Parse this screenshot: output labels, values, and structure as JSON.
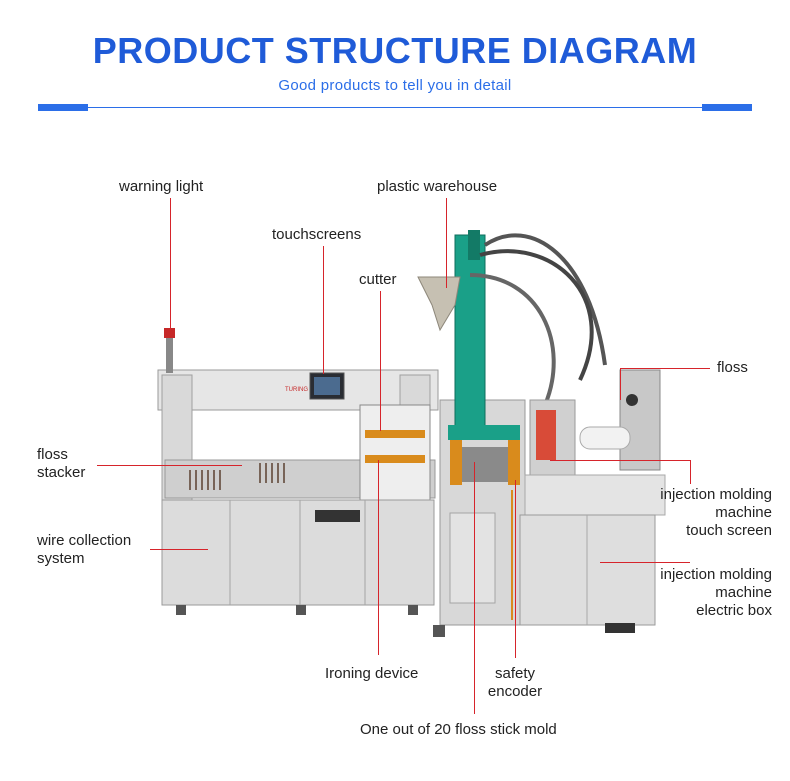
{
  "header": {
    "title": "PRODUCT STRUCTURE DIAGRAM",
    "subtitle": "Good products to tell you in detail",
    "accent_color": "#1f5bd8"
  },
  "diagram": {
    "leader_color": "#d6242b",
    "machine_brand": "TURING",
    "labels": {
      "warning_light": "warning light",
      "plastic_warehouse": "plastic warehouse",
      "touchscreens": "touchscreens",
      "cutter": "cutter",
      "floss": "floss",
      "floss_stacker": [
        "floss",
        "stacker"
      ],
      "wire_collection_system": [
        "wire collection",
        "system"
      ],
      "injection_molding_touch_screen": [
        "injection molding",
        "machine",
        "touch screen"
      ],
      "injection_molding_electric_box": [
        "injection molding",
        "machine",
        "electric box"
      ],
      "ironing_device": "Ironing device",
      "safety_encoder": [
        "safety",
        "encoder"
      ],
      "mold": "One out of 20 floss stick mold"
    }
  }
}
